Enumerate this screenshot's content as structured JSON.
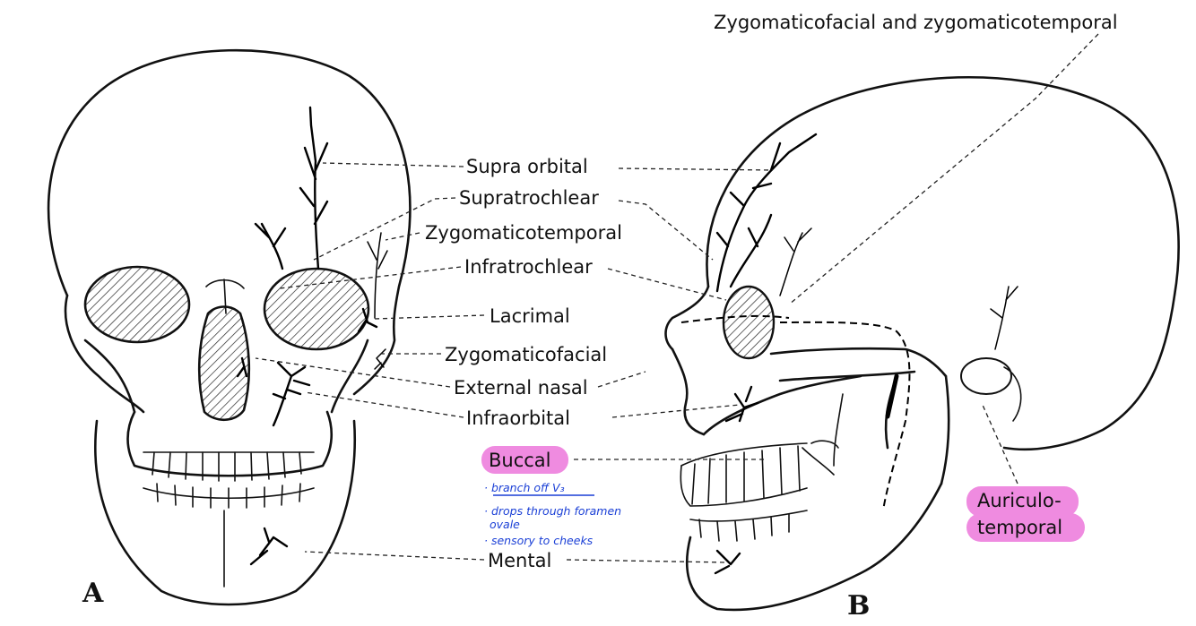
{
  "panels": {
    "a": "A",
    "b": "B"
  },
  "labels": {
    "supraorbital": "Supra orbital",
    "supratrochlear": "Supratrochlear",
    "zygomaticotemporal": "Zygomaticotemporal",
    "infratrochlear": "Infratrochlear",
    "lacrimal": "Lacrimal",
    "zygomaticofacial": "Zygomaticofacial",
    "external_nasal": "External nasal",
    "infraorbital": "Infraorbital",
    "buccal": "Buccal",
    "mental": "Mental",
    "zygomaticofacial_and_zygomaticotemporal": "Zygomaticofacial and zygomaticotemporal",
    "auriculotemporal_line1": "Auriculo-",
    "auriculotemporal_line2": "temporal"
  },
  "annotations": {
    "note1": "· branch off V₃",
    "note2a": "· drops through foramen",
    "note2b": "ovale",
    "note3": "· sensory to cheeks"
  },
  "colors": {
    "highlight": "#ef8be0",
    "handwriting": "#1a3fd6",
    "ink": "#111111"
  }
}
